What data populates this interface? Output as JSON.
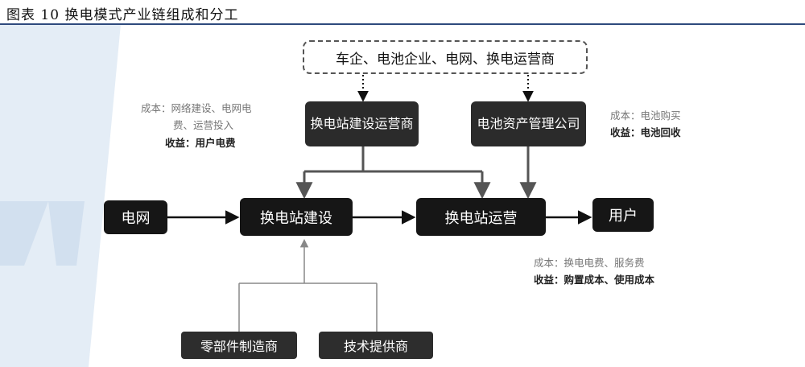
{
  "title": "图表 10 换电模式产业链组成和分工",
  "nodes": {
    "top_group": "车企、电池企业、电网、换电运营商",
    "operator_builder": "换电站建设运营商",
    "battery_asset": "电池资产管理公司",
    "grid": "电网",
    "station_build": "换电站建设",
    "station_operate": "换电站运营",
    "user": "用户",
    "parts_maker": "零部件制造商",
    "tech_provider": "技术提供商"
  },
  "notes": {
    "left_top": {
      "cost_label": "成本：",
      "cost_text_1": "网络建设、电网电",
      "cost_text_2": "费、运营投入",
      "revenue_label": "收益：",
      "revenue_text": "用户电费"
    },
    "right_top": {
      "cost_label": "成本：",
      "cost_text": "电池购买",
      "revenue_label": "收益：",
      "revenue_text": "电池回收"
    },
    "bottom_right": {
      "cost_label": "成本：",
      "cost_text": "换电电费、服务费",
      "revenue_label": "收益：",
      "revenue_text": "购置成本、使用成本"
    }
  },
  "colors": {
    "box_fill": "#161616",
    "watermark": "#dbe6f2",
    "rule": "#2e4a7d"
  }
}
